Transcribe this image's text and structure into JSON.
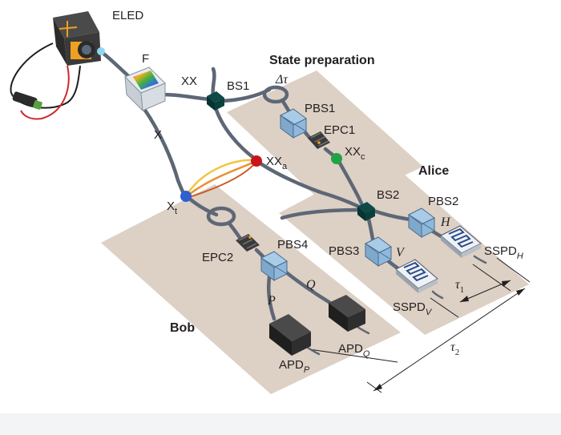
{
  "labels": {
    "eled": "ELED",
    "filter": "F",
    "xx": "XX",
    "x": "X",
    "bs1": "BS1",
    "delay": "Δτ",
    "pbs1": "PBS1",
    "epc1": "EPC1",
    "xx_a": "XX",
    "xx_a_sub": "a",
    "xx_c": "XX",
    "xx_c_sub": "c",
    "x_t": "X",
    "x_t_sub": "t",
    "state_preparation": "State preparation",
    "alice": "Alice",
    "bs2": "BS2",
    "pbs2": "PBS2",
    "h": "H",
    "pbs3": "PBS3",
    "v": "V",
    "sspd_h": "SSPD",
    "sspd_h_sub": "H",
    "sspd_v": "SSPD",
    "sspd_v_sub": "V",
    "tau1": "τ",
    "tau1_sub": "1",
    "tau2": "τ",
    "tau2_sub": "2",
    "epc2": "EPC2",
    "pbs4": "PBS4",
    "q": "Q",
    "p": "P",
    "bob": "Bob",
    "apd_q": "APD",
    "apd_q_sub": "Q",
    "apd_p": "APD",
    "apd_p_sub": "P"
  },
  "colors": {
    "platform": "#ddd0c4",
    "fiber": "#5d6776",
    "pbs": "#8fb8dc",
    "bs": "#0d4a46",
    "node_red": "#c8141a",
    "node_green": "#22a245",
    "node_blue": "#2f5fd0",
    "detector": "#2b2b2b",
    "eled_body": "#2b2b2b",
    "eled_accent": "#f0a020"
  },
  "icons": [
    "eled-source-icon",
    "filter-prism-icon",
    "beam-splitter-icon",
    "polarizing-beam-splitter-icon",
    "polarization-controller-icon",
    "superconducting-detector-icon",
    "avalanche-photodiode-icon",
    "fiber-delay-coil-icon"
  ]
}
